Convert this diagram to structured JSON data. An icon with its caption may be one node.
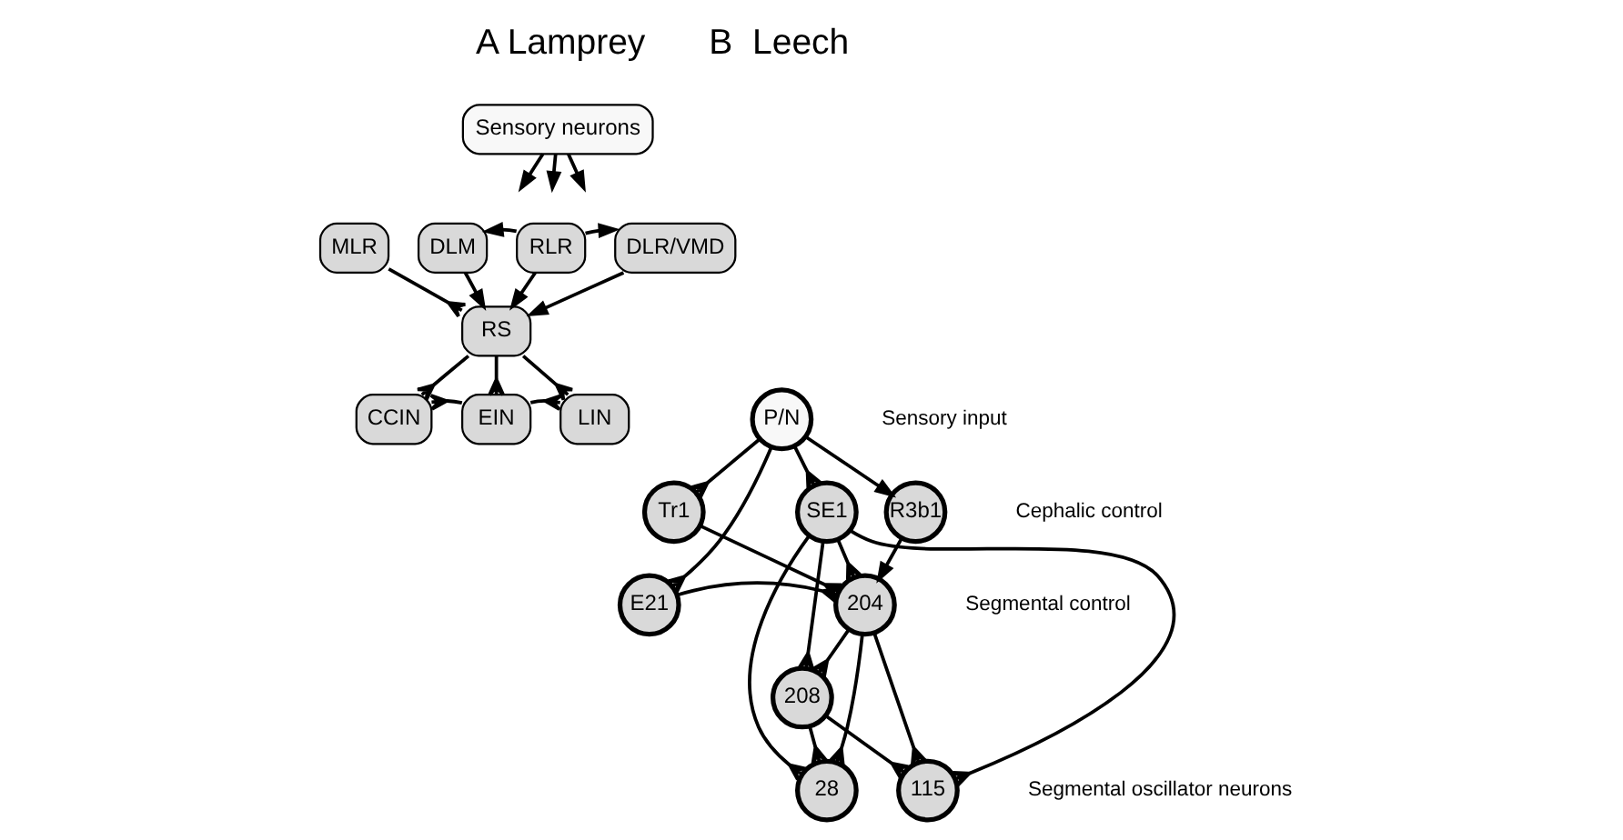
{
  "diagram": {
    "nodes": [
      {
        "text": [
          "Sensory neurons"
        ]
      },
      {
        "text": [
          "MLR"
        ]
      },
      {
        "text": [
          "DLM"
        ]
      },
      {
        "text": [
          "RLR"
        ]
      },
      {
        "text": [
          "DLR/VMD"
        ]
      },
      {
        "text": [
          "RS"
        ]
      },
      {
        "text": [
          "CCIN"
        ]
      },
      {
        "text": [
          "EIN"
        ]
      },
      {
        "text": [
          "LIN"
        ]
      },
      {
        "text": [
          "P/N"
        ]
      },
      {
        "text": [
          "Tr1"
        ]
      },
      {
        "text": [
          "SE1"
        ]
      },
      {
        "text": [
          "R3b1"
        ]
      },
      {
        "text": [
          "E21"
        ]
      },
      {
        "text": [
          "204"
        ]
      },
      {
        "text": [
          "208"
        ]
      },
      {
        "text": [
          "28"
        ]
      },
      {
        "text": [
          "115"
        ]
      }
    ],
    "edges": [
      {
        "from": 0,
        "to": null,
        "arrow": "to"
      },
      {
        "from": 0,
        "to": null,
        "arrow": "to"
      },
      {
        "from": 0,
        "to": null,
        "arrow": "to"
      },
      {
        "from": 3,
        "to": 2,
        "arrow": "to"
      },
      {
        "from": 3,
        "to": 4,
        "arrow": "to"
      },
      {
        "from": 1,
        "to": 5,
        "arrow": "other"
      },
      {
        "from": 2,
        "to": 5,
        "arrow": "to"
      },
      {
        "from": 3,
        "to": 5,
        "arrow": "to"
      },
      {
        "from": 4,
        "to": 5,
        "arrow": "to"
      },
      {
        "from": 5,
        "to": 6,
        "arrow": "other"
      },
      {
        "from": 5,
        "to": 7,
        "arrow": "other"
      },
      {
        "from": 5,
        "to": 8,
        "arrow": "other"
      },
      {
        "from": 7,
        "to": 6,
        "arrow": "other"
      },
      {
        "from": 7,
        "to": 8,
        "arrow": "other"
      },
      {
        "from": 9,
        "to": 13,
        "arrow": "other"
      },
      {
        "from": 9,
        "to": 10,
        "arrow": "other"
      },
      {
        "from": 9,
        "to": 11,
        "arrow": "other"
      },
      {
        "from": 9,
        "to": 12,
        "arrow": "to"
      },
      {
        "from": 10,
        "to": 14,
        "arrow": "other"
      },
      {
        "from": 11,
        "to": 14,
        "arrow": "other"
      },
      {
        "from": 12,
        "to": 14,
        "arrow": "to"
      },
      {
        "from": 13,
        "to": 14,
        "arrow": "other"
      },
      {
        "from": 11,
        "to": 16,
        "arrow": "other"
      },
      {
        "from": 11,
        "to": 17,
        "arrow": "other"
      },
      {
        "from": 11,
        "to": 15,
        "arrow": "other"
      },
      {
        "from": 14,
        "to": 15,
        "arrow": "other"
      },
      {
        "from": 14,
        "to": 16,
        "arrow": "other"
      },
      {
        "from": 14,
        "to": 17,
        "arrow": "other"
      },
      {
        "from": 15,
        "to": 16,
        "arrow": "other"
      },
      {
        "from": 15,
        "to": 17,
        "arrow": "other"
      }
    ],
    "labels": [
      "A Lamprey",
      "B  Leech",
      "Sensory input",
      "Cephalic control",
      "Segmental control",
      "Segmental oscillator neurons"
    ]
  }
}
